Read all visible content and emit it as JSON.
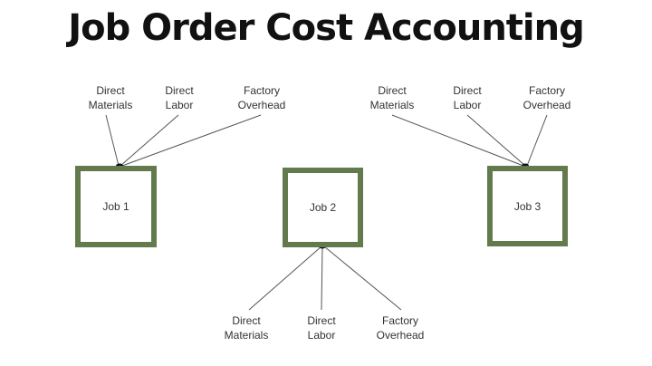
{
  "title": "Job Order Cost Accounting",
  "colors": {
    "box_border": "#627a4c",
    "line": "#555555",
    "text": "#333333"
  },
  "jobs": [
    {
      "label": "Job 1",
      "inputs_position": "top",
      "inputs": [
        "Direct\nMaterials",
        "Direct\nLabor",
        "Factory\nOverhead"
      ]
    },
    {
      "label": "Job 2",
      "inputs_position": "bottom",
      "inputs": [
        "Direct\nMaterials",
        "Direct\nLabor",
        "Factory\nOverhead"
      ]
    },
    {
      "label": "Job 3",
      "inputs_position": "top",
      "inputs": [
        "Direct\nMaterials",
        "Direct\nLabor",
        "Factory\nOverhead"
      ]
    }
  ]
}
